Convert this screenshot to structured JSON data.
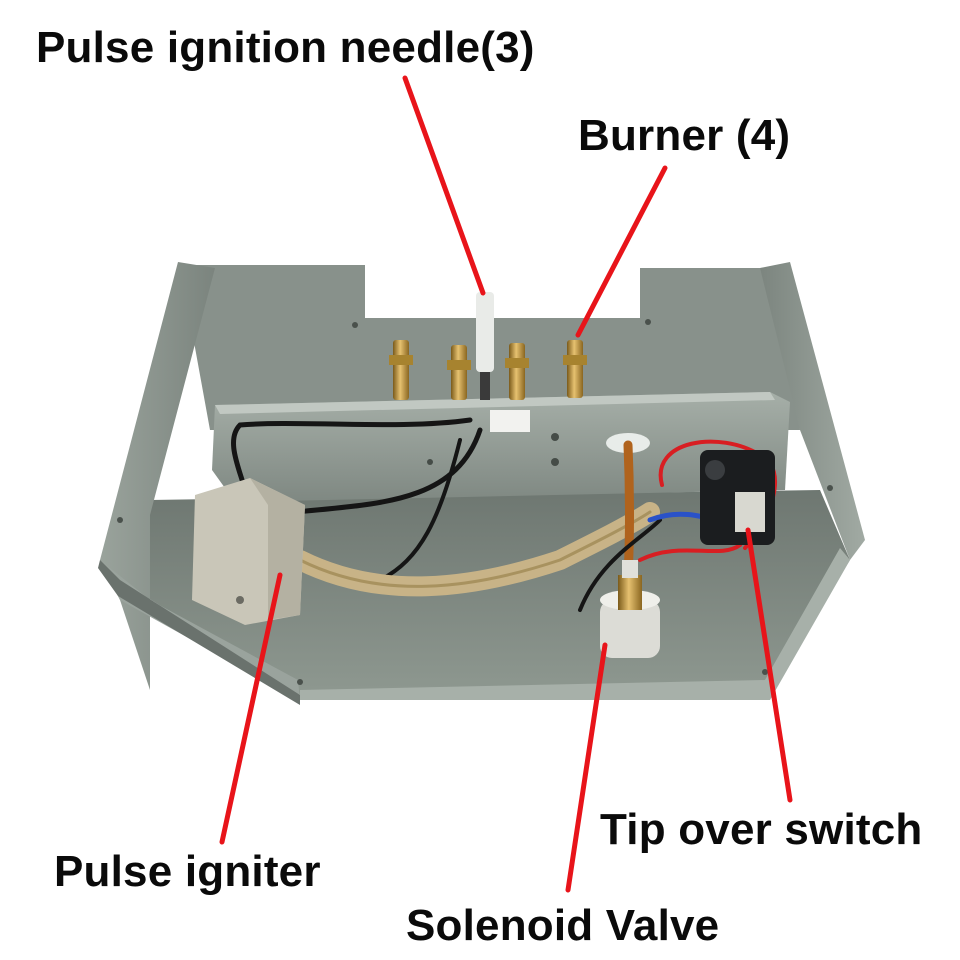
{
  "labels": {
    "needle": "Pulse ignition needle(3)",
    "burner": "Burner (4)",
    "tip_switch": "Tip over switch",
    "igniter": "Pulse igniter",
    "valve": "Solenoid Valve"
  },
  "colors": {
    "leader": "#e8141a",
    "text": "#0a0a0a",
    "housing": "#8f9990",
    "brass": "#c9a24a",
    "background": "#ffffff"
  }
}
